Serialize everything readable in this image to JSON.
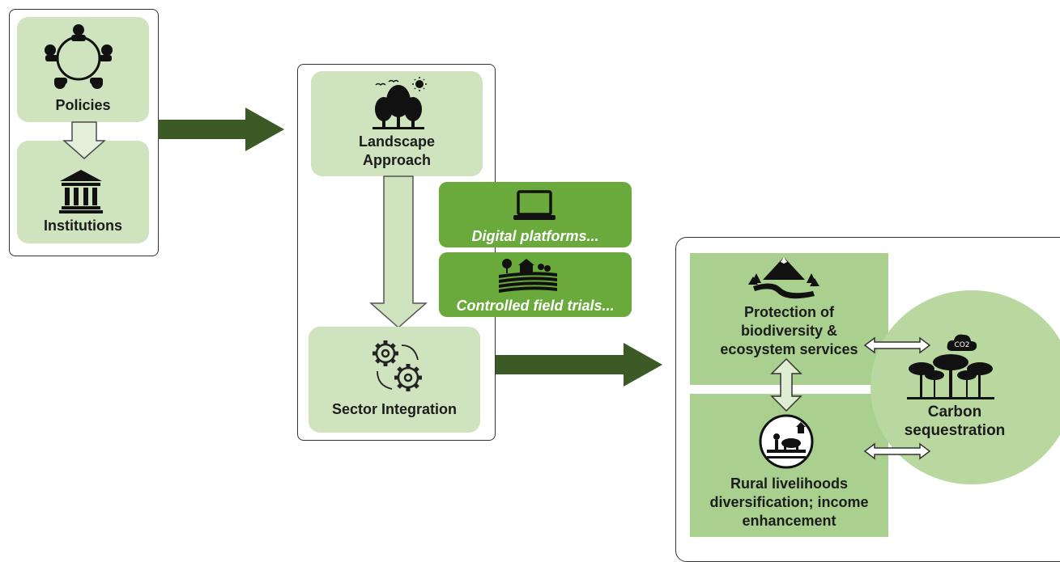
{
  "left_group": {
    "policies": "Policies",
    "institutions": "Institutions"
  },
  "middle_group": {
    "landscape": "Landscape\nApproach",
    "sector": "Sector Integration"
  },
  "tools": {
    "digital": "Digital platforms...",
    "field": "Controlled field trials..."
  },
  "outcomes": {
    "biodiversity": "Protection of\nbiodiversity &\necosystem services",
    "livelihoods": "Rural livelihoods\ndiversification; income\nenhancement",
    "carbon": "Carbon\nsequestration",
    "co2": "CO2"
  },
  "colors": {
    "light_green": "#cfe3bf",
    "medium_green": "#6aaa3c",
    "dark_arrow": "#3b5a25",
    "circle_green": "#b8d8a0",
    "outcome_green": "#a9d08e"
  }
}
